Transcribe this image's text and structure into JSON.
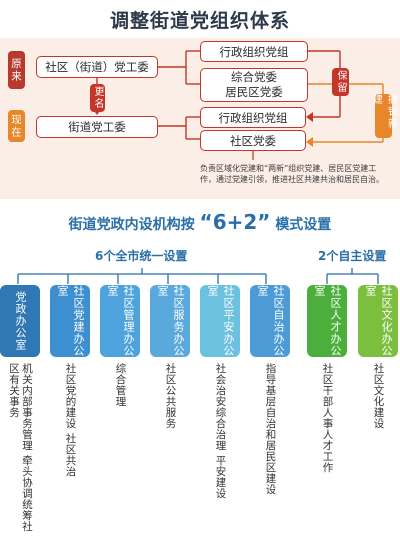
{
  "title": "调整街道党组织体系",
  "before": {
    "tab": "原来",
    "left_box": "社区（街道）党工委",
    "right_top": "行政组织党组",
    "right_bottom_line1": "综合党委",
    "right_bottom_line2": "居民区党委",
    "rename_pill": "更名",
    "keep_pill": "保留"
  },
  "after": {
    "tab": "现在",
    "left_box": "街道党工委",
    "right_top": "行政组织党组",
    "right_bottom": "社区党委",
    "revoke_pill": "撤销新建"
  },
  "note": "负责区域化党建和“两新”组织党建、居民区党建工作，通过党建引领，推进社区共建共治和居民自治。",
  "section_title": {
    "prefix": "街道党政内设机构按",
    "model": "“6+2”",
    "suffix": "模式设置"
  },
  "groups": {
    "unified": "6个全市统一设置",
    "autonomous": "2个自主设置"
  },
  "departments": [
    {
      "name": "党政办公室",
      "duty": "机关内部事务管理 牵头协调统筹社区有关事务",
      "color": "#2f77b5"
    },
    {
      "name": "社区党建办公室",
      "duty": "社区党的建设 社区共治",
      "color": "#3d8fcf"
    },
    {
      "name": "社区管理办公室",
      "duty": "综合管理",
      "color": "#4fa3dc"
    },
    {
      "name": "社区服务办公室",
      "duty": "社区公共服务",
      "color": "#5aa9dd"
    },
    {
      "name": "社区平安办公室",
      "duty": "社会治安综合治理 平安建设",
      "color": "#6cc0e0"
    },
    {
      "name": "社区自治办公室",
      "duty": "指导基层自治和居民区建设",
      "color": "#4c9bd6"
    },
    {
      "name": "社区人才办公室",
      "duty": "社区干部人事人才工作",
      "color": "#4caf3c"
    },
    {
      "name": "社区文化办公室",
      "duty": "社区文化建设",
      "color": "#7cbf3f"
    }
  ],
  "colors": {
    "red": "#c4352a",
    "orange": "#e8862a",
    "blue": "#2a6fa8",
    "green": "#5cb344"
  }
}
